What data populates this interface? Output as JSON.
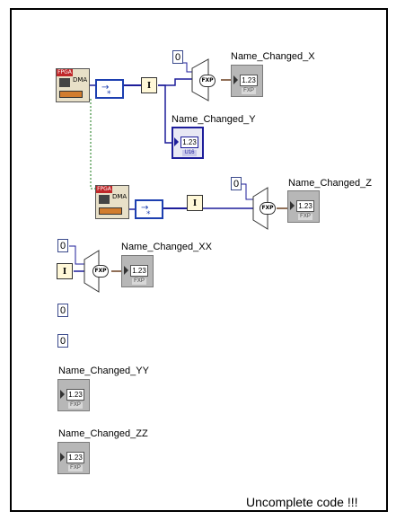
{
  "indicators": {
    "x": {
      "label": "Name_Changed_X",
      "display": "1.23",
      "type": "FXP"
    },
    "y": {
      "label": "Name_Changed_Y",
      "display": "1.23",
      "type": "U16"
    },
    "z": {
      "label": "Name_Changed_Z",
      "display": "1.23",
      "type": "FXP"
    },
    "xx": {
      "label": "Name_Changed_XX",
      "display": "1.23",
      "type": "FXP"
    },
    "yy": {
      "label": "Name_Changed_YY",
      "display": "1.23",
      "type": "FXP"
    },
    "zz": {
      "label": "Name_Changed_ZZ",
      "display": "1.23",
      "type": "FXP"
    }
  },
  "constants": {
    "c1": "0",
    "c2": "0",
    "c3": "0",
    "c4": "0",
    "c5": "0"
  },
  "fifo_blocks": {
    "brand": "FPGA",
    "name": "DMA"
  },
  "cast_label": "FXP",
  "note": "Uncomplete code !!!",
  "colors": {
    "wire_blue": "#1d1d9a",
    "wire_green": "#1a7a1a",
    "fifo_red": "#c0282a",
    "fifo_orange": "#d17c2e"
  }
}
